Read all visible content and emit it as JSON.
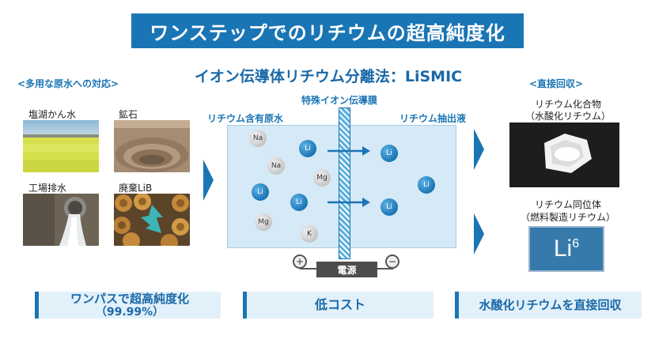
{
  "title": "ワンステップでのリチウムの超高純度化",
  "subtitle": "イオン伝導体リチウム分離法：LiSMIC",
  "left_section": {
    "header": "<多用な原水への対応>",
    "sources": [
      {
        "label": "塩湖かん水"
      },
      {
        "label": "鉱石"
      },
      {
        "label": "工場排水"
      },
      {
        "label": "廃棄LiB"
      }
    ]
  },
  "diagram": {
    "membrane_label": "特殊イオン伝導膜",
    "raw_water_label": "リチウム含有原水",
    "extract_label": "リチウム抽出液",
    "power_label": "電源",
    "plus_sign": "+",
    "minus_sign": "−",
    "left_ions": [
      "Na",
      "Li",
      "Na",
      "Mg",
      "Li",
      "Li",
      "Mg",
      "K"
    ],
    "right_ions": [
      "Li",
      "Li",
      "Li"
    ]
  },
  "right_section": {
    "header": "<直接回収>",
    "product1_line1": "リチウム化合物",
    "product1_line2": "（水酸化リチウム）",
    "product2_line1": "リチウム同位体",
    "product2_line2": "（燃料製造リチウム）",
    "isotope_symbol": "Li",
    "isotope_number": "6"
  },
  "bottom": {
    "box1_line1": "ワンパスで超高純度化",
    "box1_line2": "（99.99%）",
    "box2": "低コスト",
    "box3": "水酸化リチウムを直接回収"
  },
  "colors": {
    "brand_blue": "#1a75b5",
    "tank_fill": "#d5e9f6",
    "membrane": "#5cb0dd"
  }
}
